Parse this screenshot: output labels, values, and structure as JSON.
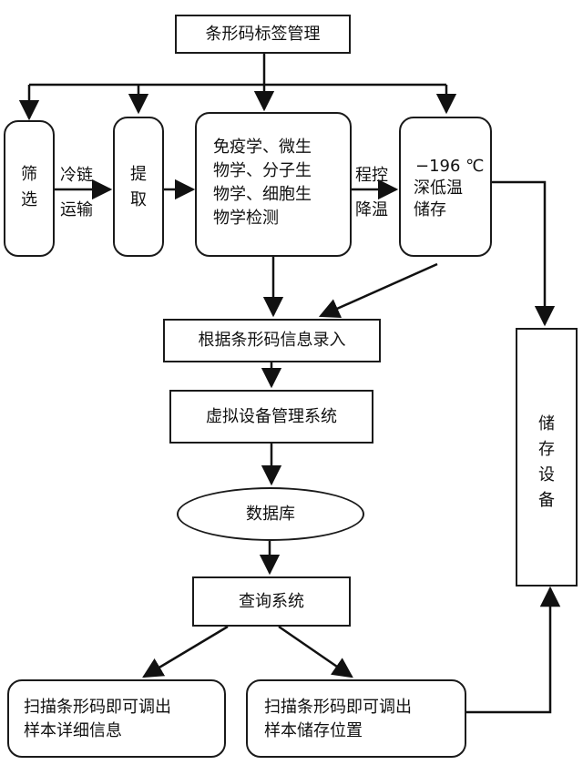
{
  "nodes": {
    "barcode_management": "条形码标签管理",
    "screening": "筛选",
    "extraction": "提取",
    "research": [
      "免疫学、微生",
      "物学、分子生",
      "物学、细胞生",
      "物学检测"
    ],
    "cryo": [
      "−196 ℃",
      "深低温",
      "储存"
    ],
    "entry": "根据条形码信息录入",
    "virtual_system": "虚拟设备管理系统",
    "database": "数据库",
    "query_system": "查询系统",
    "storage_device": "储存设备",
    "scan_detail": [
      "扫描条形码即可调出",
      "样本详细信息"
    ],
    "scan_location": [
      "扫描条形码即可调出",
      "样本储存位置"
    ]
  },
  "edge_labels": {
    "cold_chain": "冷链",
    "transport": "运输",
    "program": "程控",
    "cooling": "降温"
  }
}
